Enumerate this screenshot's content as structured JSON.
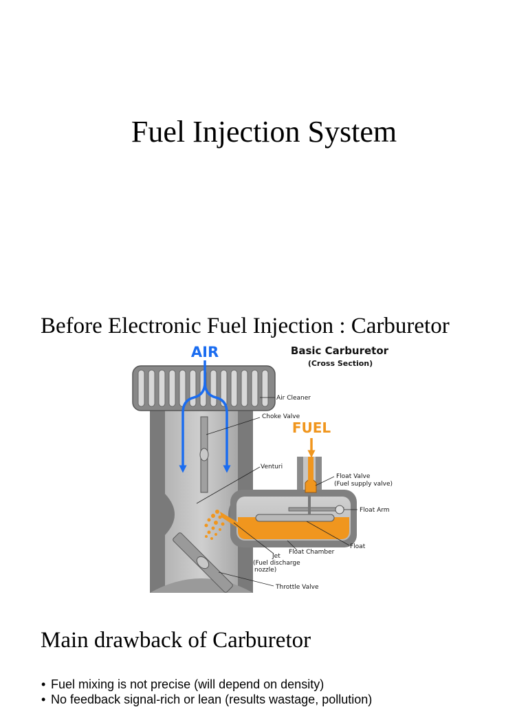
{
  "page": {
    "title": "Fuel Injection System"
  },
  "slide2": {
    "title": "Before Electronic Fuel Injection : Carburetor"
  },
  "diagram": {
    "heading": "Basic Carburetor",
    "subheading": "(Cross Section)",
    "air_label": "AIR",
    "fuel_label": "FUEL",
    "labels": {
      "air_cleaner": "Air Cleaner",
      "choke_valve": "Choke Valve",
      "venturi": "Venturi",
      "float_valve": "Float Valve",
      "float_valve_sub": "(Fuel supply valve)",
      "float_arm": "Float Arm",
      "float": "Float",
      "float_chamber": "Float Chamber",
      "jet": "Jet",
      "jet_sub1": "(Fuel discharge",
      "jet_sub2": "nozzle)",
      "throttle_valve": "Throttle Valve"
    },
    "colors": {
      "air": "#1a6cf0",
      "fuel": "#f0961e",
      "body": "#808080",
      "body_dark": "#505050"
    }
  },
  "slide3": {
    "title": "Main drawback of Carburetor",
    "bullets": [
      "Fuel mixing is not precise (will depend on density)",
      "No feedback signal-rich or lean (results wastage, pollution)"
    ]
  }
}
